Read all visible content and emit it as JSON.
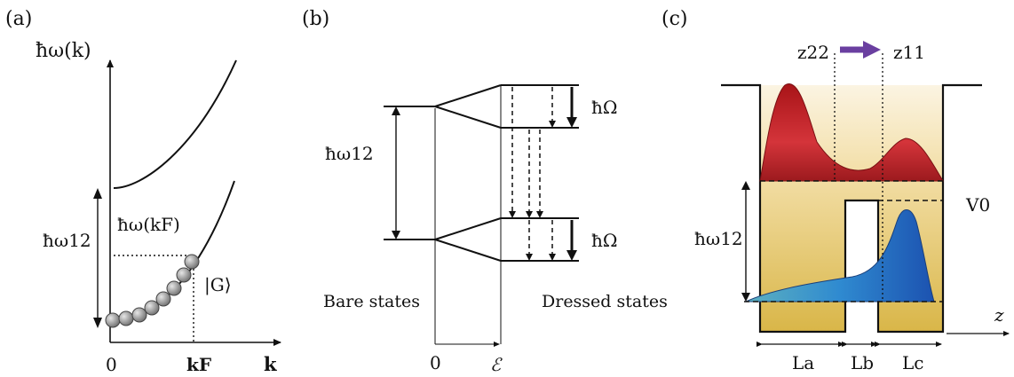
{
  "panels": {
    "a": {
      "tag": "(a)",
      "y_axis": "ħω(k)",
      "x_axis": "k",
      "origin": "0",
      "kf_tick": "kF",
      "kf_energy": "ħω(kF)",
      "gap": "ħω12",
      "ground": "|G⟩"
    },
    "b": {
      "tag": "(b)",
      "gap": "ħω12",
      "rabi_top": "ħΩ",
      "rabi_bottom": "ħΩ",
      "bare": "Bare states",
      "dressed": "Dressed states",
      "origin": "0",
      "field": "ℰ"
    },
    "c": {
      "tag": "(c)",
      "z22": "z22",
      "z11": "z11",
      "barrier": "V0",
      "gap": "ħω12",
      "axis": "z",
      "la": "La",
      "lb": "Lb",
      "lc": "Lc"
    }
  },
  "colors": {
    "ink": "#111111",
    "arrow_purple": "#6a3fa0",
    "red_wave": "#c0242a",
    "blue_wave": "#2a7ac8",
    "well_gold": "#e6c66a",
    "sphere": "#8a8a8a"
  }
}
